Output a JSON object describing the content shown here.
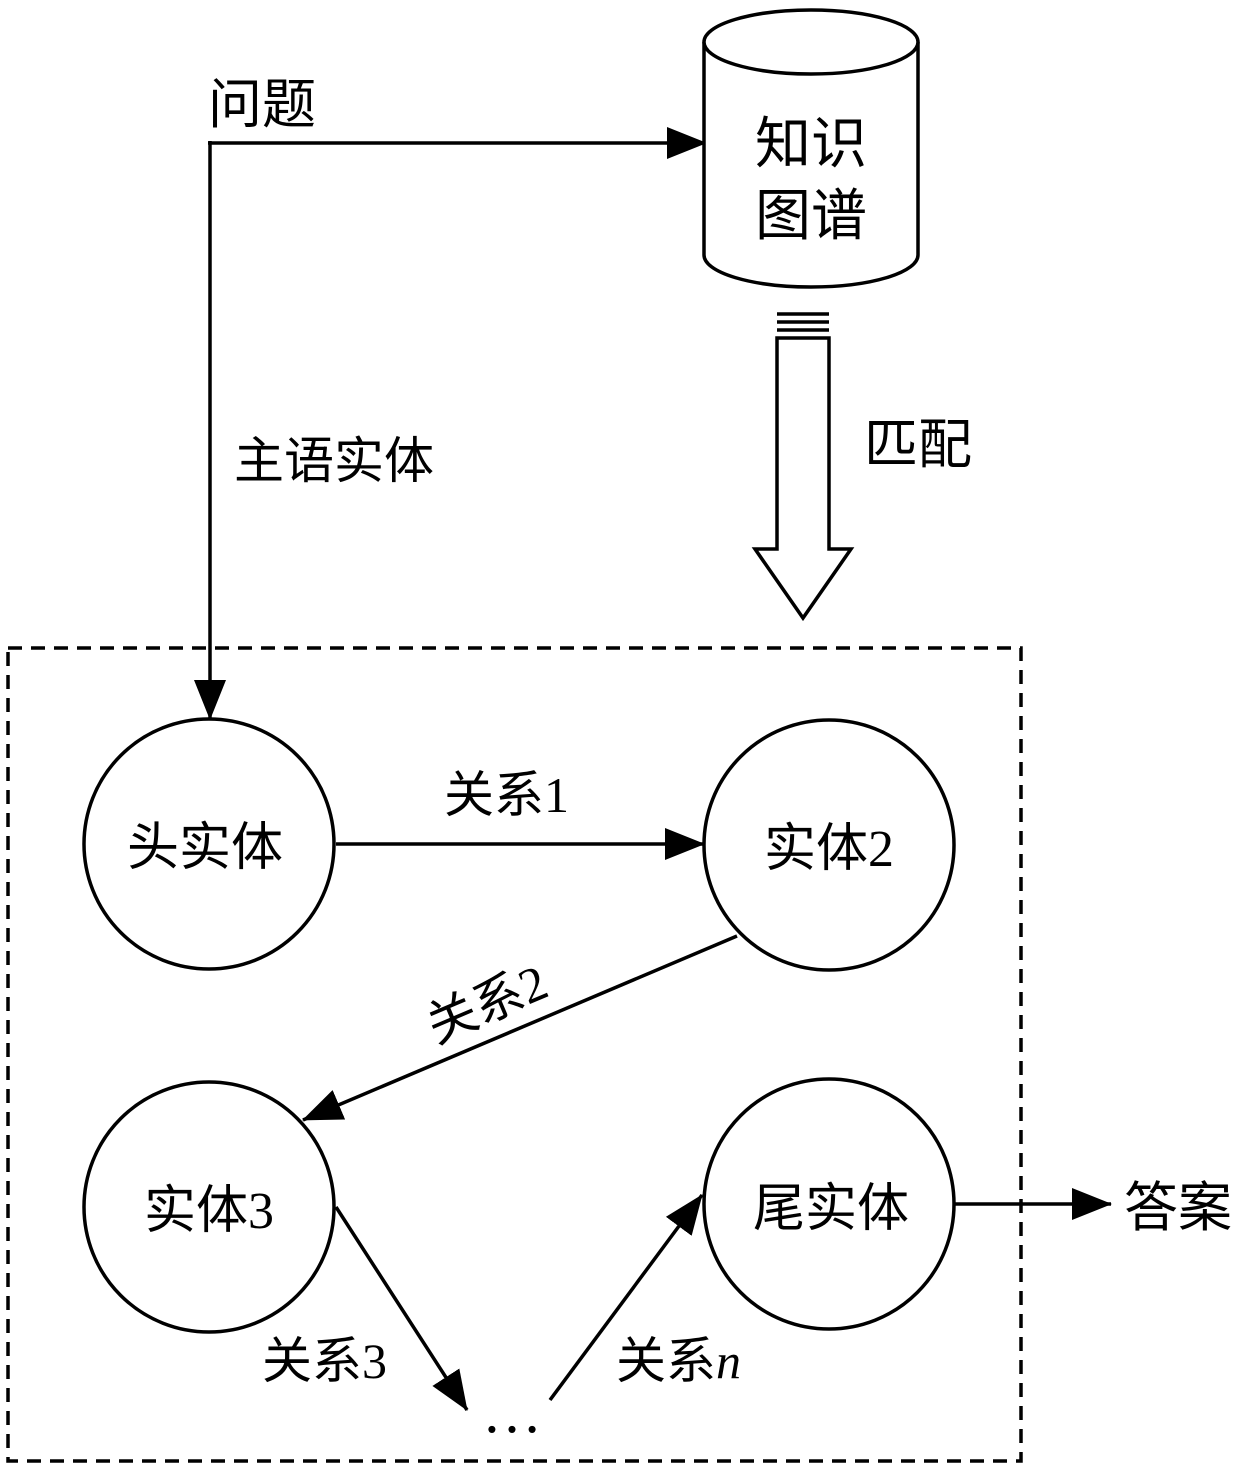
{
  "labels": {
    "question": "问题",
    "subject_entity": "主语实体",
    "match": "匹配",
    "answer": "答案"
  },
  "database": {
    "line1": "知识",
    "line2": "图谱"
  },
  "nodes": {
    "head": "头实体",
    "entity2": "实体2",
    "entity3": "实体3",
    "tail": "尾实体"
  },
  "relations": {
    "r1": "关系1",
    "r2": "关系2",
    "r3": "关系3",
    "rn_prefix": "关系",
    "rn_var": "n"
  },
  "ellipsis": "…",
  "colors": {
    "stroke": "#000000",
    "background": "#ffffff"
  }
}
